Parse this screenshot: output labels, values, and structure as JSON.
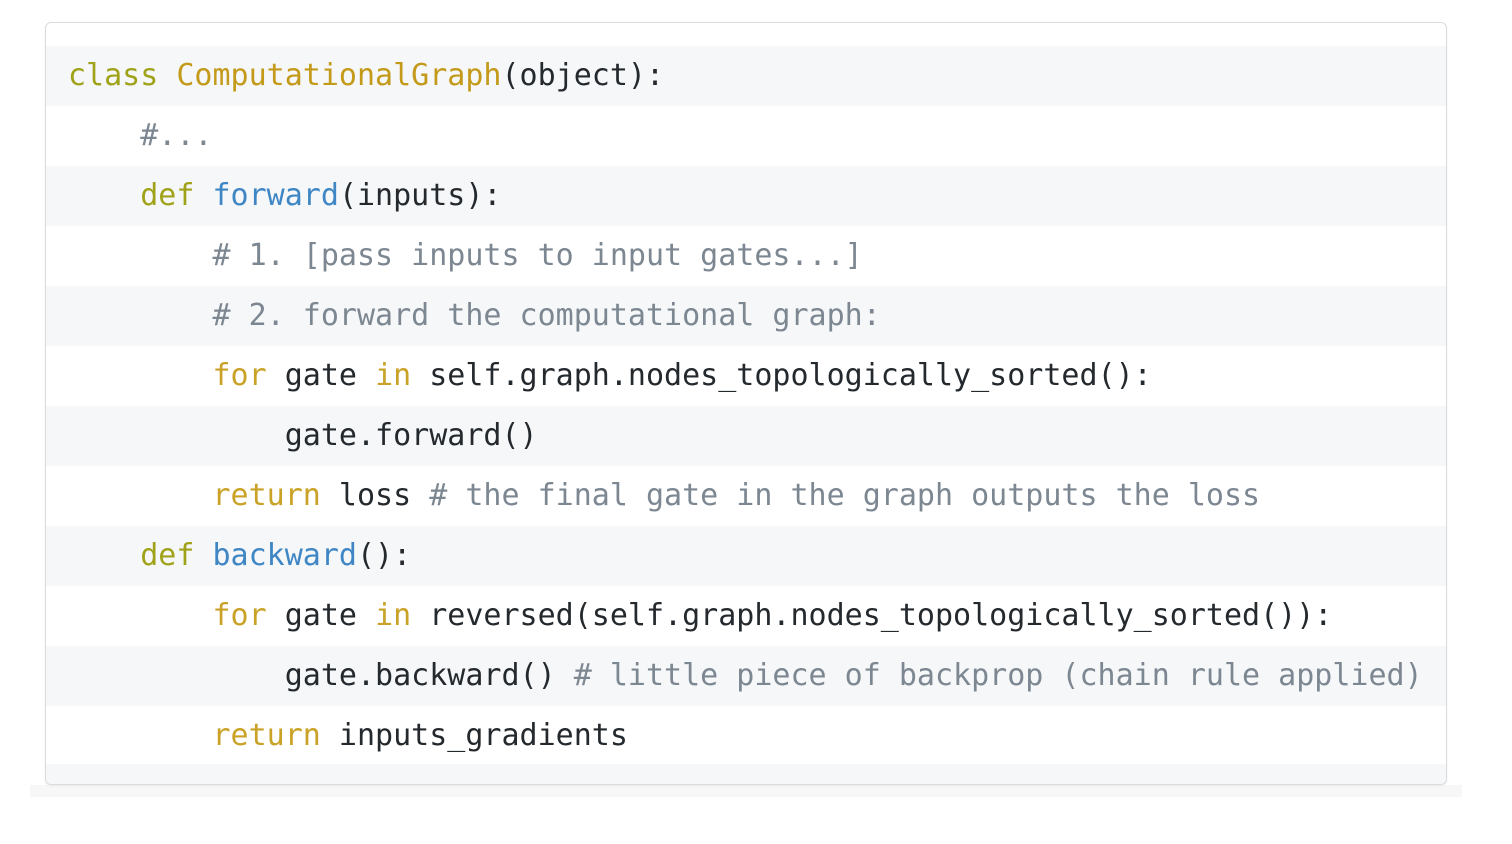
{
  "code": {
    "lines": [
      {
        "indent": "",
        "tokens": [
          {
            "t": "kw",
            "v": "class"
          },
          {
            "t": "tx",
            "v": " "
          },
          {
            "t": "cls",
            "v": "ComputationalGraph"
          },
          {
            "t": "tx",
            "v": "(object):"
          }
        ]
      },
      {
        "indent": "    ",
        "tokens": [
          {
            "t": "cm",
            "v": "#..."
          }
        ]
      },
      {
        "indent": "    ",
        "tokens": [
          {
            "t": "kw",
            "v": "def"
          },
          {
            "t": "tx",
            "v": " "
          },
          {
            "t": "fn",
            "v": "forward"
          },
          {
            "t": "tx",
            "v": "(inputs):"
          }
        ]
      },
      {
        "indent": "        ",
        "tokens": [
          {
            "t": "cm",
            "v": "# 1. [pass inputs to input gates...]"
          }
        ]
      },
      {
        "indent": "        ",
        "tokens": [
          {
            "t": "cm",
            "v": "# 2. forward the computational graph:"
          }
        ]
      },
      {
        "indent": "        ",
        "tokens": [
          {
            "t": "kw2",
            "v": "for"
          },
          {
            "t": "tx",
            "v": " gate "
          },
          {
            "t": "kw2",
            "v": "in"
          },
          {
            "t": "tx",
            "v": " self.graph.nodes_topologically_sorted():"
          }
        ]
      },
      {
        "indent": "            ",
        "tokens": [
          {
            "t": "tx",
            "v": "gate.forward()"
          }
        ]
      },
      {
        "indent": "        ",
        "tokens": [
          {
            "t": "kw2",
            "v": "return"
          },
          {
            "t": "tx",
            "v": " loss "
          },
          {
            "t": "cm",
            "v": "# the final gate in the graph outputs the loss"
          }
        ]
      },
      {
        "indent": "    ",
        "tokens": [
          {
            "t": "kw",
            "v": "def"
          },
          {
            "t": "tx",
            "v": " "
          },
          {
            "t": "fn",
            "v": "backward"
          },
          {
            "t": "tx",
            "v": "():"
          }
        ]
      },
      {
        "indent": "        ",
        "tokens": [
          {
            "t": "kw2",
            "v": "for"
          },
          {
            "t": "tx",
            "v": " gate "
          },
          {
            "t": "kw2",
            "v": "in"
          },
          {
            "t": "tx",
            "v": " reversed(self.graph.nodes_topologically_sorted()):"
          }
        ]
      },
      {
        "indent": "            ",
        "tokens": [
          {
            "t": "tx",
            "v": "gate.backward() "
          },
          {
            "t": "cm",
            "v": "# little piece of backprop (chain rule applied)"
          }
        ]
      },
      {
        "indent": "        ",
        "tokens": [
          {
            "t": "kw2",
            "v": "return"
          },
          {
            "t": "tx",
            "v": " inputs_gradients"
          }
        ]
      }
    ]
  },
  "colors": {
    "keyword": "#a0a31a",
    "keyword_control": "#c9a227",
    "class_name": "#c49a1a",
    "function_name": "#3f86c4",
    "comment": "#7c8791",
    "text": "#24292e",
    "stripe": "#f6f7f9"
  }
}
